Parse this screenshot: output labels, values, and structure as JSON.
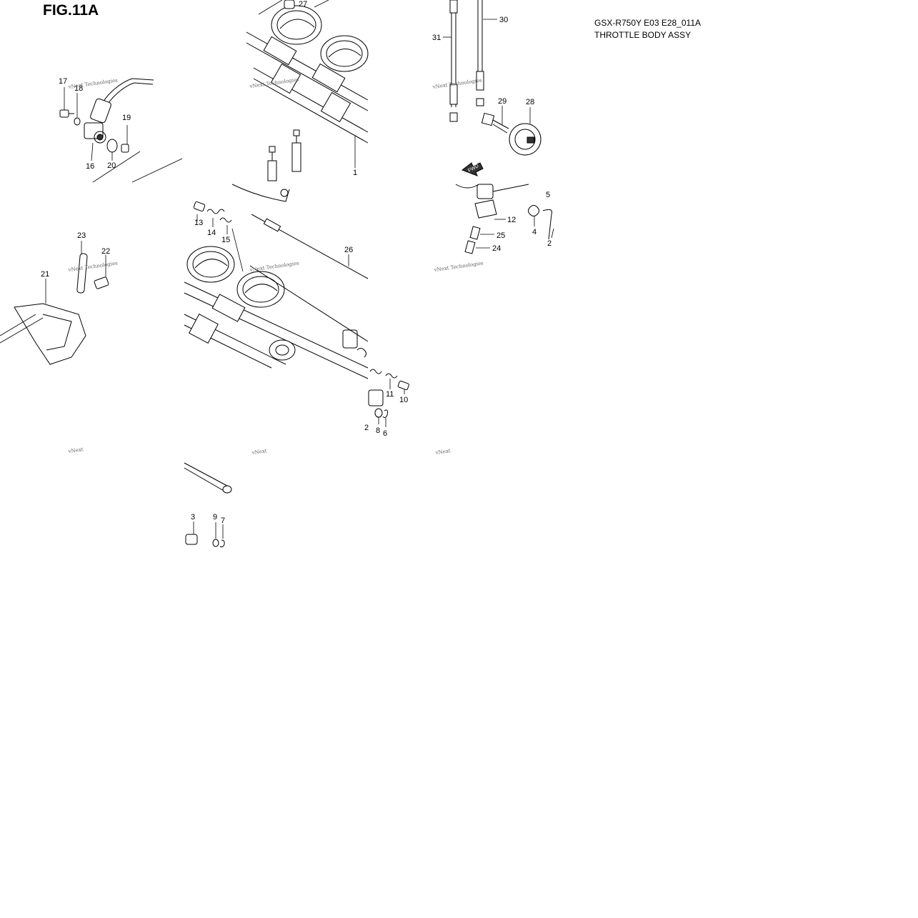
{
  "figure": {
    "title": "FIG.11A",
    "model_code": "GSX-R750Y E03 E28_011A",
    "assembly_name": "THROTTLE BODY ASSY"
  },
  "watermark": {
    "text": "vNext Technologies",
    "short_text": "vNext"
  },
  "callouts": [
    {
      "id": "c1",
      "label": "1"
    },
    {
      "id": "c2a",
      "label": "2"
    },
    {
      "id": "c2b",
      "label": "2"
    },
    {
      "id": "c3",
      "label": "3"
    },
    {
      "id": "c4",
      "label": "4"
    },
    {
      "id": "c5",
      "label": "5"
    },
    {
      "id": "c6",
      "label": "6"
    },
    {
      "id": "c7",
      "label": "7"
    },
    {
      "id": "c8",
      "label": "8"
    },
    {
      "id": "c9",
      "label": "9"
    },
    {
      "id": "c10",
      "label": "10"
    },
    {
      "id": "c11",
      "label": "11"
    },
    {
      "id": "c12",
      "label": "12"
    },
    {
      "id": "c13",
      "label": "13"
    },
    {
      "id": "c14",
      "label": "14"
    },
    {
      "id": "c15",
      "label": "15"
    },
    {
      "id": "c16",
      "label": "16"
    },
    {
      "id": "c17",
      "label": "17"
    },
    {
      "id": "c18",
      "label": "18"
    },
    {
      "id": "c19",
      "label": "19"
    },
    {
      "id": "c20",
      "label": "20"
    },
    {
      "id": "c21",
      "label": "21"
    },
    {
      "id": "c22",
      "label": "22"
    },
    {
      "id": "c23",
      "label": "23"
    },
    {
      "id": "c24",
      "label": "24"
    },
    {
      "id": "c25",
      "label": "25"
    },
    {
      "id": "c26",
      "label": "26"
    },
    {
      "id": "c27",
      "label": "27"
    },
    {
      "id": "c28",
      "label": "28"
    },
    {
      "id": "c29",
      "label": "29"
    },
    {
      "id": "c30",
      "label": "30"
    },
    {
      "id": "c31",
      "label": "31"
    }
  ],
  "direction_marker": "FWD",
  "icons": [
    "fwd-arrow-icon"
  ]
}
